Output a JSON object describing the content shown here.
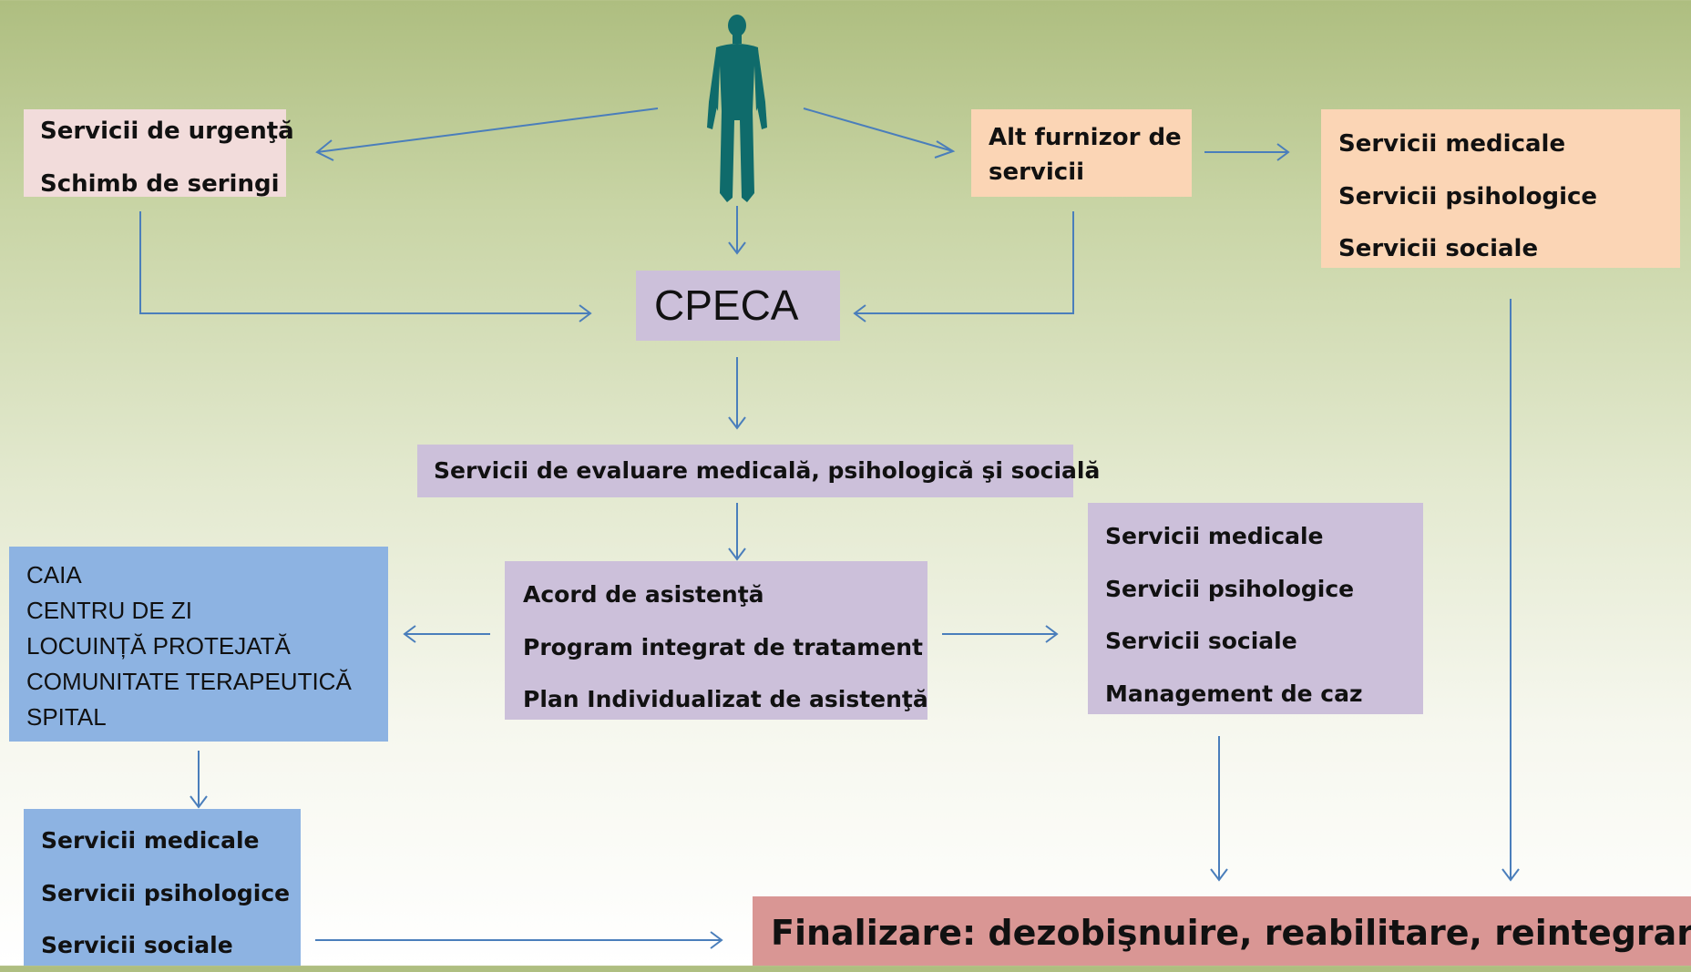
{
  "diagram": {
    "urgent": {
      "lines": [
        "Servicii de urgenţă",
        "Schimb de seringi"
      ]
    },
    "alt_provider": {
      "lines": [
        "Alt furnizor de",
        "servicii"
      ]
    },
    "services_top_right": {
      "lines": [
        "Servicii medicale",
        "Servicii psihologice",
        "Servicii sociale"
      ]
    },
    "cpeca": "CPECA",
    "evaluation": "Servicii de evaluare medicală, psihologică şi socială",
    "agreement": {
      "lines": [
        "Acord de asistenţă",
        "Program integrat de tratament",
        "Plan Individualizat de asistenţă"
      ]
    },
    "services_mid_right": {
      "lines": [
        "Servicii medicale",
        "Servicii psihologice",
        "Servicii sociale",
        "Management de caz"
      ]
    },
    "institutions": {
      "lines": [
        "CAIA",
        "CENTRU DE ZI",
        "LOCUINȚĂ PROTEJATĂ",
        "COMUNITATE TERAPEUTICĂ",
        "SPITAL"
      ]
    },
    "services_bottom_left": {
      "lines": [
        "Servicii medicale",
        "Servicii psihologice",
        "Servicii sociale"
      ]
    },
    "final": "Finalizare: dezobişnuire, reabilitare, reintegrare"
  },
  "colors": {
    "arrow": "#4a7ebb",
    "figure": "#0f6b6b",
    "pink_box": "#f2dcdb",
    "peach_box": "#fbd5b5",
    "lavender_box": "#ccc0da",
    "blue_box": "#8db3e2",
    "red_box": "#d99694"
  },
  "icons": {
    "person": "human-figure-icon"
  }
}
